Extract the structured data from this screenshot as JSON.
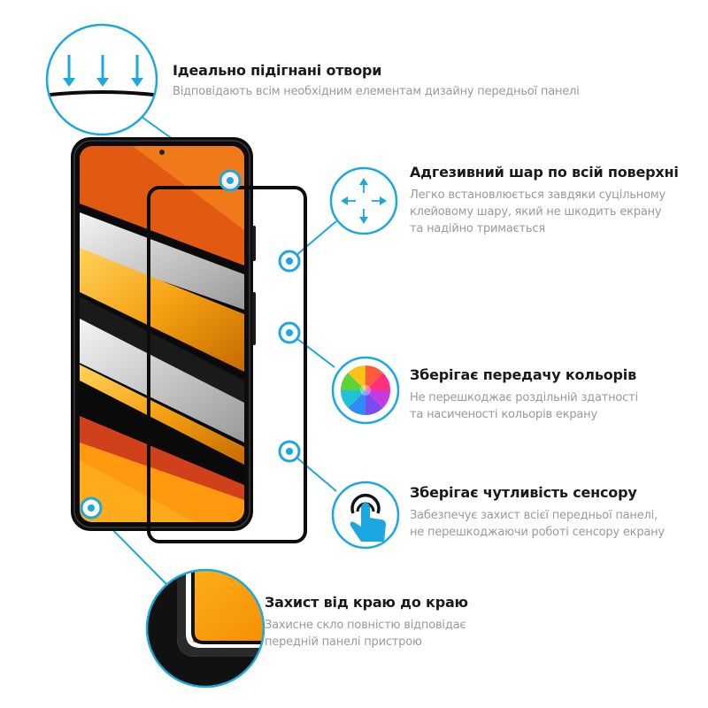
{
  "features": [
    {
      "title": "Ідеально підігнані отвори",
      "lines": [
        "Відповідають всім необхідним елементам дизайну передньої панелі"
      ],
      "icon": "down-arrows-icon"
    },
    {
      "title": "Адгезивний шар по всій поверхні",
      "lines": [
        "Легко встановлюється завдяки суцільному",
        "клейовому шару, який не шкодить екрану",
        "та надійно тримається"
      ],
      "icon": "four-way-arrows-icon"
    },
    {
      "title": "Зберігає передачу кольорів",
      "lines": [
        "Не перешкоджає роздільній здатності",
        "та насиченості кольорів екрану"
      ],
      "icon": "color-wheel-icon"
    },
    {
      "title": "Зберігає чутливість сенсору",
      "lines": [
        "Забезпечує захист всієї передньої панелі,",
        "не перешкоджаючи роботі сенсору екрану"
      ],
      "icon": "touch-hand-icon"
    },
    {
      "title": "Захист від краю до краю",
      "lines": [
        "Захисне скло повністю відповідає",
        "передній панелі пристрою"
      ],
      "icon": "edge-corner-icon"
    }
  ],
  "colors": {
    "accent": "#1ba7e0",
    "title": "#1a1a1a",
    "text": "#9a9a9a",
    "frame": "#111111",
    "screen_orange": "#f29a10"
  }
}
